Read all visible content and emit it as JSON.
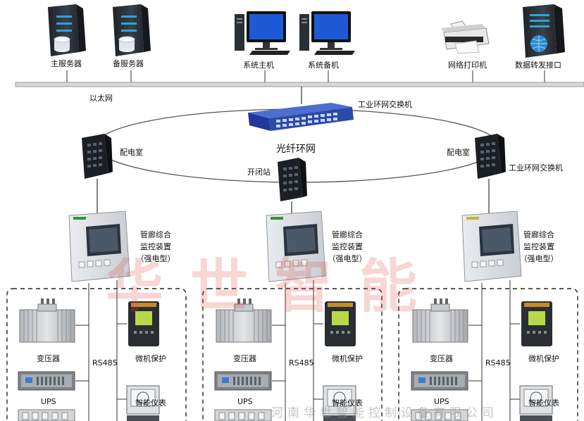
{
  "top_devices": {
    "main_server": "主服务器",
    "backup_server": "备服务器",
    "system_main": "系统主机",
    "system_backup": "系统备机",
    "network_printer": "网络打印机",
    "data_gateway": "数据转发接口"
  },
  "network": {
    "ethernet": "以太网",
    "ring_switch_top": "工业环网交换机",
    "ring_switch_right": "工业环网交换机",
    "fiber_ring": "光纤环网",
    "left_node": "配电室",
    "right_node": "配电室",
    "center_node": "开闭站"
  },
  "cabinet": {
    "line1": "管廊综合",
    "line2": "监控装置",
    "line3": "（强电型）"
  },
  "field": {
    "transformer": "变压器",
    "ups": "UPS",
    "rs485": "RS485",
    "relay_protection": "微机保护",
    "smart_meter": "智能仪表"
  },
  "watermark": {
    "brand": "华世智能",
    "company": "河南华世智能控制设备有限公司"
  },
  "colors": {
    "switch_blue": "#2c4aa8",
    "monitor_blue": "#1d5bd6",
    "server_dark": "#2b2f36",
    "watermark_red": "#e1463c"
  }
}
